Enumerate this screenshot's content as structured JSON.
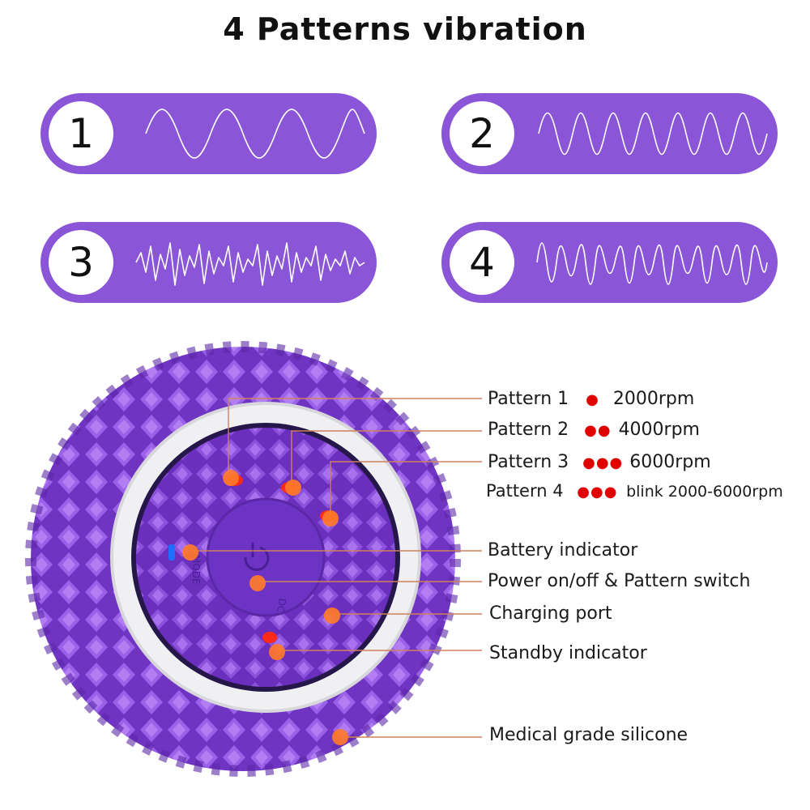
{
  "title": "4 Patterns vibration",
  "patterns": [
    {
      "number": "1"
    },
    {
      "number": "2"
    },
    {
      "number": "3"
    },
    {
      "number": "4"
    }
  ],
  "callouts": {
    "pattern1": {
      "label": "Pattern 1",
      "dots": "●",
      "speed": "2000rpm"
    },
    "pattern2": {
      "label": "Pattern 2",
      "dots": "●●",
      "speed": "4000rpm"
    },
    "pattern3": {
      "label": "Pattern 3",
      "dots": "●●●",
      "speed": "6000rpm"
    },
    "pattern4": {
      "label": "Pattern 4",
      "dots": "●●●",
      "speed": "blink 2000-6000rpm"
    },
    "battery": "Battery indicator",
    "power": "Power on/off & Pattern switch",
    "charging": "Charging port",
    "standby": "Standby indicator",
    "silicone": "Medical grade silicone"
  },
  "device_text": {
    "mode": "MODE",
    "dc": "DC"
  },
  "colors": {
    "purple": "#8a55d6",
    "ball": "#7b3fd0",
    "indicator_red": "#e00000",
    "callout_dot": "#ff7a2a"
  }
}
